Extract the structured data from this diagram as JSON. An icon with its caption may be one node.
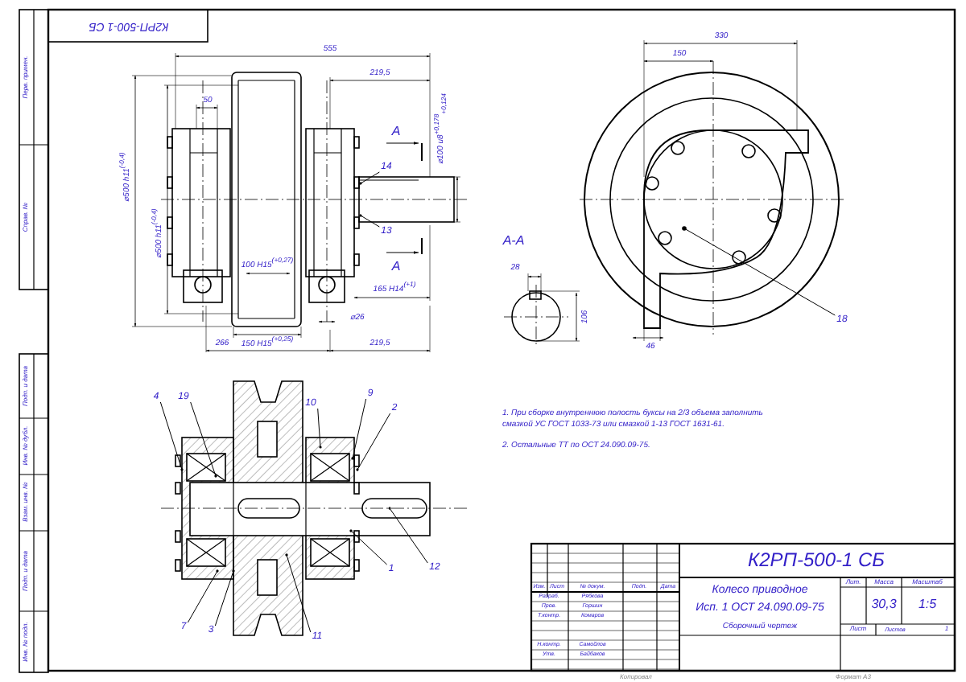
{
  "diagram": {
    "nodes": [
      {
        "text": [
          "14"
        ]
      },
      {
        "text": [
          "13"
        ]
      },
      {
        "text": [
          "18"
        ]
      },
      {
        "text": [
          "4"
        ]
      },
      {
        "text": [
          "19"
        ]
      },
      {
        "text": [
          "10"
        ]
      },
      {
        "text": [
          "9"
        ]
      },
      {
        "text": [
          "2"
        ]
      },
      {
        "text": [
          "1"
        ]
      },
      {
        "text": [
          "12"
        ]
      },
      {
        "text": [
          "7"
        ]
      },
      {
        "text": [
          "3"
        ]
      },
      {
        "text": [
          "11"
        ]
      }
    ],
    "edges": [
      {
        "from": 0,
        "to": null,
        "arrow": "other"
      },
      {
        "from": 1,
        "to": null,
        "arrow": "other"
      },
      {
        "from": 2,
        "to": null,
        "arrow": "other"
      },
      {
        "from": 3,
        "to": null,
        "arrow": "other"
      },
      {
        "from": 4,
        "to": null,
        "arrow": "other"
      },
      {
        "from": 5,
        "to": null,
        "arrow": "other"
      },
      {
        "from": 6,
        "to": null,
        "arrow": "other"
      },
      {
        "from": 7,
        "to": null,
        "arrow": "other"
      },
      {
        "from": 8,
        "to": null,
        "arrow": "other"
      },
      {
        "from": 9,
        "to": null,
        "arrow": "other"
      },
      {
        "from": 10,
        "to": null,
        "arrow": "other"
      },
      {
        "from": 11,
        "to": null,
        "arrow": "other"
      },
      {
        "from": 12,
        "to": null,
        "arrow": "other"
      }
    ],
    "labels": [
      "К2РП-500-1 СБ",
      "Перв. примен.",
      "Справ. №",
      "Подп. и дата",
      "Инв. № дубл.",
      "Взам. инв. №",
      "Подп. и дата",
      "Инв. № подл.",
      "555",
      "219,5",
      "50",
      "A",
      "⌀100 u8$^{+0,178}$$_{+0,124}$",
      "⌀500 h11$^{(-0,4)}$",
      "⌀500 h11$^{(-0,4)}$",
      "100 H15$^{(+0,27)}$",
      "A",
      "165 H14$^{(+1)}$",
      "⌀26",
      "150 H15$^{(+0,25)}$",
      "266",
      "219,5",
      "330",
      "150",
      "A-A",
      "28",
      "106",
      "46",
      "1. При сборке внутреннюю полость буксы на 2/3 объема заполнить смазкой УС ГОСТ 1033-73 или смазкой 1-13 ГОСТ 1631-61.",
      "2. Остальные ТТ по ОСТ 24.090.09-75.",
      "К2РП-500-1 СБ",
      "Колесо приводное",
      "Исп. 1 ОСТ 24.090.09-75",
      "Сборочный чертеж",
      "Лит.",
      "Масса",
      "Масштаб",
      "30,3",
      "1:5",
      "Лист",
      "Листов",
      "1",
      "Изм.",
      "Лист",
      "№ докум.",
      "Подп.",
      "Дата",
      "Разраб.",
      "Рябкова",
      "Пров.",
      "Горшин",
      "Т.контр.",
      "Комаров",
      "Н.контр.",
      "Самойлов",
      "Утв.",
      "Байбаков",
      "Копировал",
      "Формат А3"
    ]
  }
}
